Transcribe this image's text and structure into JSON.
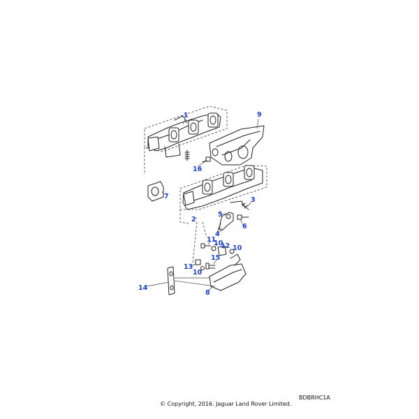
{
  "diagram": {
    "callouts": [
      "1",
      "9",
      "16",
      "7",
      "3",
      "5",
      "6",
      "2",
      "4",
      "11",
      "10",
      "12",
      "10",
      "15",
      "13",
      "10",
      "14",
      "8"
    ],
    "reference_code": "BDBRHC1A",
    "copyright": "© Copyright, 2016. Jaguar Land Rover Limited."
  }
}
